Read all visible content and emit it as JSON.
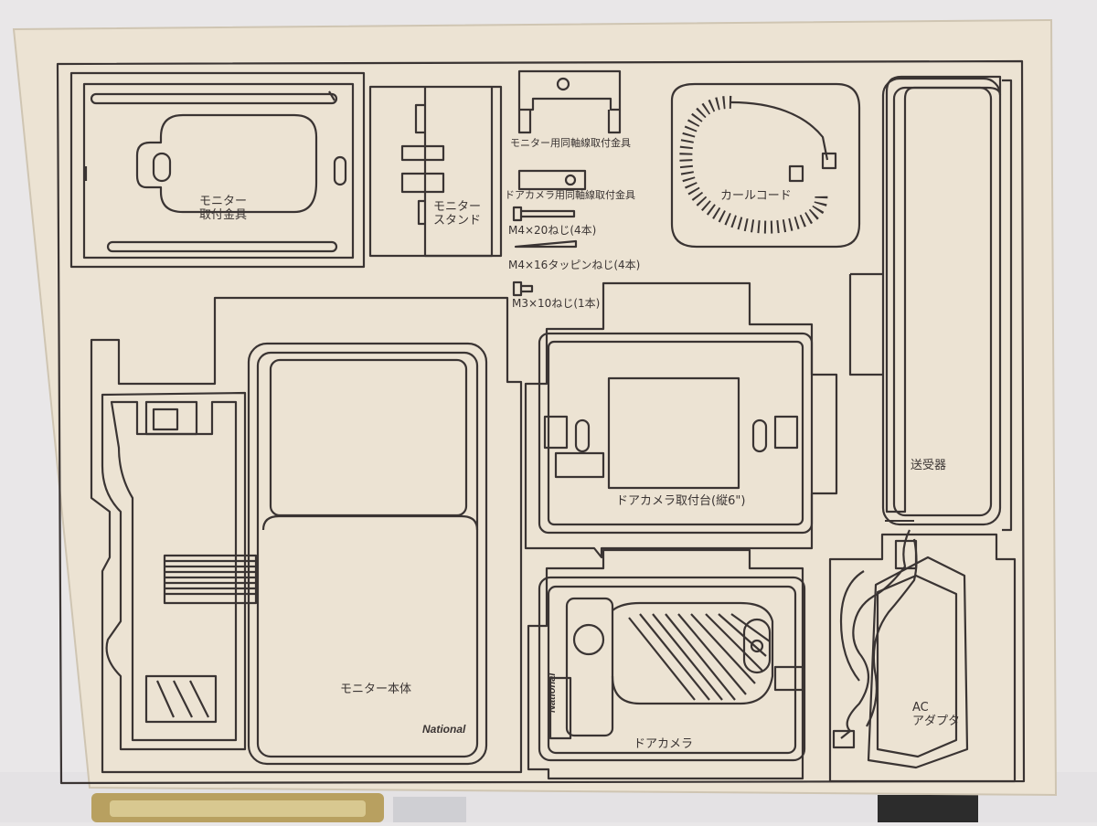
{
  "colors": {
    "background": "#e9e7e8",
    "cardboard": "#ece3d3",
    "outline": "#3a3433"
  },
  "labels": {
    "monitor_bracket": [
      "モニター",
      "取付金具"
    ],
    "monitor_stand": [
      "モニター",
      "スタンド"
    ],
    "monitor_wire_bracket": "モニター用同軸線取付金具",
    "door_camera_wire_bracket": "ドアカメラ用同軸線取付金具",
    "screw_m4x20": "M4×20ねじ(4本)",
    "screw_m4x16_tapping": "M4×16タッピンねじ(4本)",
    "screw_m3x10": "M3×10ねじ(1本)",
    "curl_cord": "カールコード",
    "handset": "送受器",
    "door_camera_mount": "ドアカメラ取付台(縦6\")",
    "monitor_body": "モニター本体",
    "brand_monitor": "National",
    "brand_camera": "National",
    "door_camera": "ドアカメラ",
    "ac_adapter": [
      "AC",
      "アダプタ"
    ]
  }
}
